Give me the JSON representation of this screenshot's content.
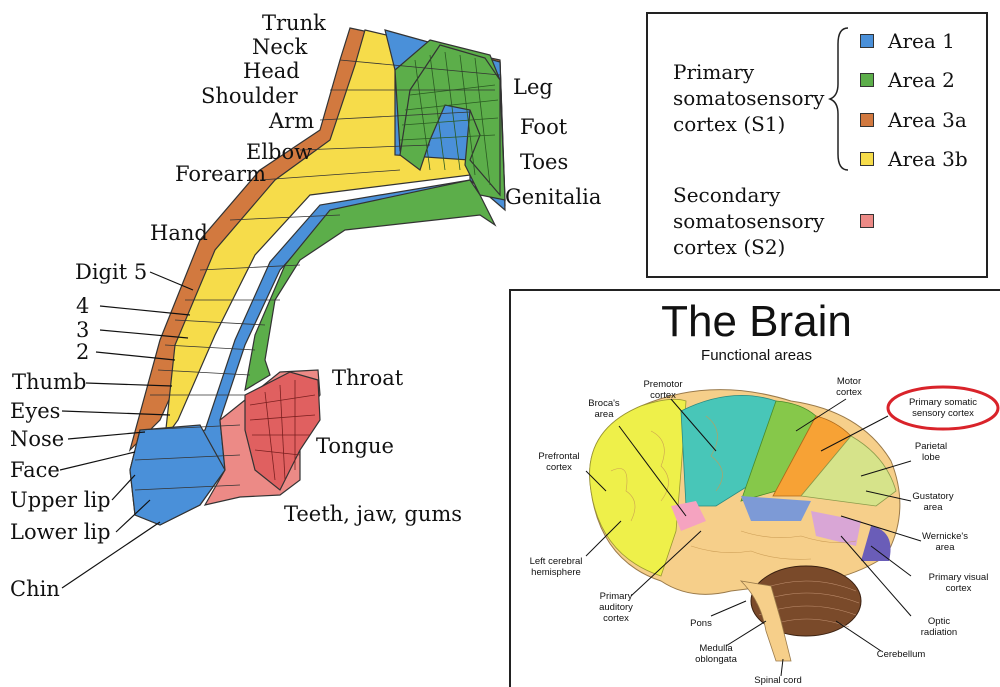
{
  "homunculus": {
    "labels": {
      "trunk": "Trunk",
      "neck": "Neck",
      "head": "Head",
      "shoulder": "Shoulder",
      "arm": "Arm",
      "elbow": "Elbow",
      "forearm": "Forearm",
      "hand": "Hand",
      "digit5": "Digit 5",
      "d4": "4",
      "d3": "3",
      "d2": "2",
      "thumb": "Thumb",
      "eyes": "Eyes",
      "nose": "Nose",
      "face": "Face",
      "upper_lip": "Upper lip",
      "lower_lip": "Lower lip",
      "chin": "Chin",
      "leg": "Leg",
      "foot": "Foot",
      "toes": "Toes",
      "genitalia": "Genitalia",
      "throat": "Throat",
      "tongue": "Tongue",
      "teeth": "Teeth, jaw, gums"
    }
  },
  "legend": {
    "s1": [
      "Primary",
      "somatosensory",
      "cortex (S1)"
    ],
    "s2": [
      "Secondary",
      "somatosensory",
      "cortex (S2)"
    ],
    "areas": [
      {
        "label": "Area 1",
        "color": "#4a90d9"
      },
      {
        "label": "Area 2",
        "color": "#5cae4a"
      },
      {
        "label": "Area 3a",
        "color": "#d2793f"
      },
      {
        "label": "Area 3b",
        "color": "#f6dc4a"
      }
    ],
    "s2_color": "#ec8a86"
  },
  "brain": {
    "title": "The Brain",
    "subtitle": "Functional areas",
    "labels": {
      "premotor": [
        "Premotor",
        "cortex"
      ],
      "motor": [
        "Motor",
        "cortex"
      ],
      "brocas": [
        "Broca's",
        "area"
      ],
      "primary_somatic": [
        "Primary somatic",
        "sensory cortex"
      ],
      "prefrontal": [
        "Prefrontal",
        "cortex"
      ],
      "parietal": [
        "Parietal",
        "lobe"
      ],
      "gustatory": [
        "Gustatory",
        "area"
      ],
      "wernickes": [
        "Wernicke's",
        "area"
      ],
      "left_hemisphere": [
        "Left cerebral",
        "hemisphere"
      ],
      "primary_visual": [
        "Primary visual",
        "cortex"
      ],
      "primary_auditory": [
        "Primary",
        "auditory",
        "cortex"
      ],
      "optic": [
        "Optic",
        "radiation"
      ],
      "pons": [
        "Pons"
      ],
      "medulla": [
        "Medulla",
        "oblongata"
      ],
      "cerebellum": [
        "Cerebellum"
      ],
      "spinal": [
        "Spinal cord"
      ]
    },
    "highlight_color": "#d9232a"
  }
}
